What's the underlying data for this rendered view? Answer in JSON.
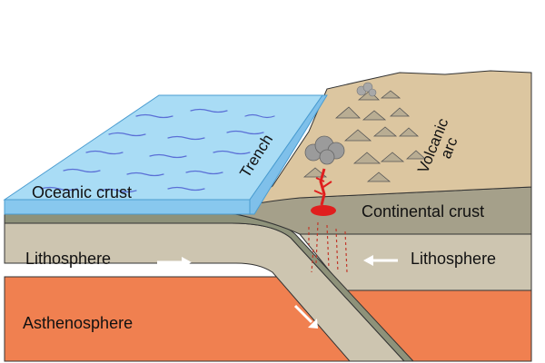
{
  "labels": {
    "oceanic_crust": "Oceanic crust",
    "trench": "Trench",
    "volcanic_arc_line1": "Volcanic",
    "volcanic_arc_line2": "arc",
    "continental_crust": "Continental crust",
    "lithosphere_left": "Lithosphere",
    "lithosphere_right": "Lithosphere",
    "asthenosphere": "Asthenosphere"
  },
  "colors": {
    "ocean_water": "#a9dcf5",
    "ocean_edge": "#6cb8e4",
    "wave_lines": "#5a6fd6",
    "continental_surface": "#dcc6a0",
    "continental_crust": "#a5a08a",
    "lithosphere": "#cdc5b0",
    "oceanic_crust_band": "#8e927a",
    "asthenosphere": "#f08050",
    "magma": "#e01e1e",
    "motion_arrows": "#ffffff",
    "volcano_smoke": "#9b9b9b"
  },
  "icons": {
    "plate_motion": "arrow-icon",
    "volcano_smoke": "smoke-cloud-icon",
    "magma": "magma-chamber-icon"
  }
}
